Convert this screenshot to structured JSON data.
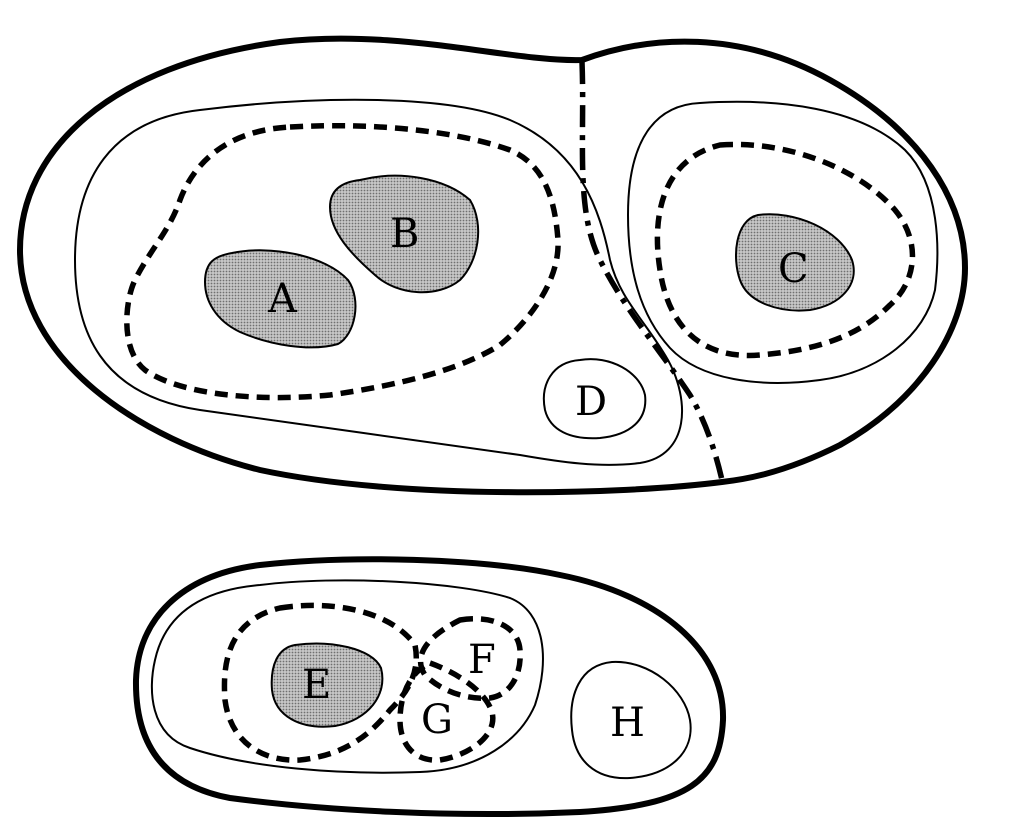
{
  "colors": {
    "stroke": "#000000",
    "region_fill": "#a9a9a9",
    "background": "#ffffff"
  },
  "labels": {
    "A": "A",
    "B": "B",
    "C": "C",
    "D": "D",
    "E": "E",
    "F": "F",
    "G": "G",
    "H": "H"
  }
}
